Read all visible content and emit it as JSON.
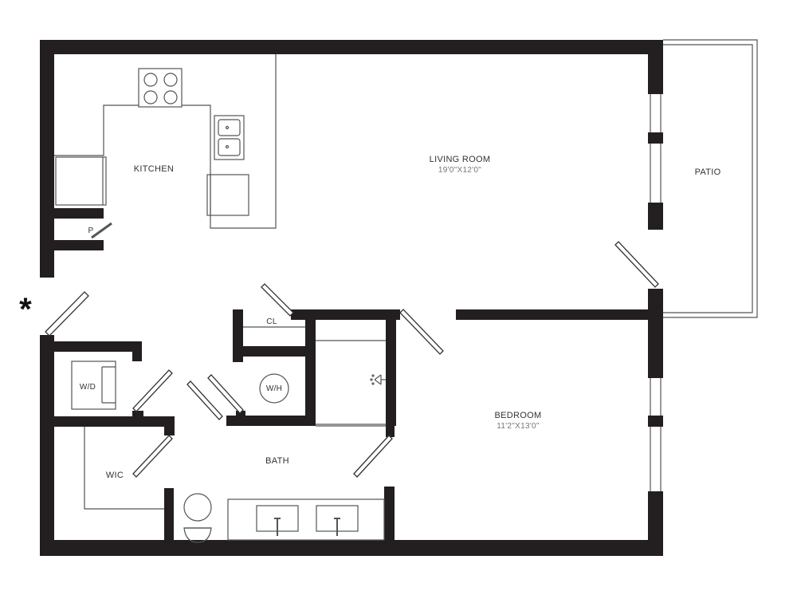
{
  "rooms": {
    "kitchen": "KITCHEN",
    "living_room": "LIVING ROOM",
    "living_room_dims": "19'0\"X12'0\"",
    "patio": "PATIO",
    "bedroom": "BEDROOM",
    "bedroom_dims": "11'2\"X13'0\"",
    "bath": "BATH",
    "wic": "WIC",
    "closet": "CL",
    "pantry": "P",
    "washer_dryer": "W/D",
    "water_heater": "W/H"
  },
  "entry_marker": "*",
  "colors": {
    "wall": "#231f20",
    "line": "#555555"
  }
}
